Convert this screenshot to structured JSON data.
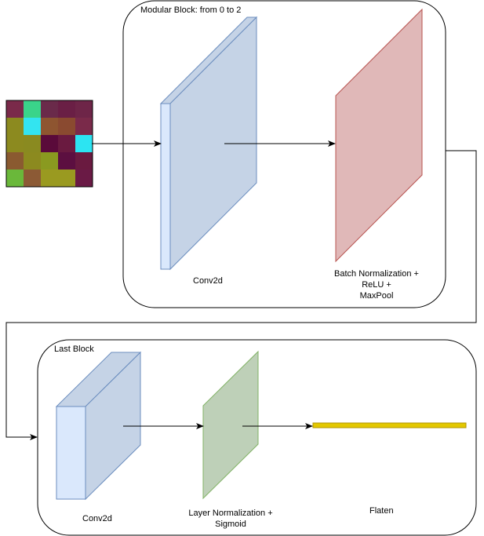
{
  "blocks": {
    "modular": {
      "title": "Modular Block: from 0 to 2",
      "conv_label": "Conv2d",
      "bn_label_1": "Batch Normalization +",
      "bn_label_2": "ReLU +",
      "bn_label_3": "MaxPool"
    },
    "last": {
      "title": "Last Block",
      "conv_label": "Conv2d",
      "ln_label_1": "Layer Normalization +",
      "ln_label_2": "Sigmoid",
      "flatten_label": "Flaten"
    }
  },
  "input_image": {
    "rows": [
      [
        "#7a2a4a",
        "#3ad48a",
        "#6a2a4a",
        "#6a1f45",
        "#6e2548"
      ],
      [
        "#8c8a1f",
        "#33e4f0",
        "#8e5530",
        "#8a4a30",
        "#7a2a4a"
      ],
      [
        "#8c8a1f",
        "#8a8a20",
        "#5a0a3a",
        "#6a1a40",
        "#2ce4f2"
      ],
      [
        "#8a5a30",
        "#8c8a1f",
        "#8a9a20",
        "#5c0f40",
        "#6a1a40"
      ],
      [
        "#6ab83a",
        "#8c5a35",
        "#9a9a20",
        "#9a9a20",
        "#6a1a45"
      ]
    ]
  },
  "colors": {
    "conv_fill": "#c5d3e6",
    "conv_front": "#dae8fc",
    "conv_stroke": "#6c8ebf",
    "bn_fill": "#e0b8b8",
    "bn_stroke": "#b85450",
    "ln_fill": "#bed0b8",
    "ln_stroke": "#82b366",
    "flatten_fill": "#e3c800",
    "flatten_stroke": "#b09500",
    "line": "#000000"
  }
}
